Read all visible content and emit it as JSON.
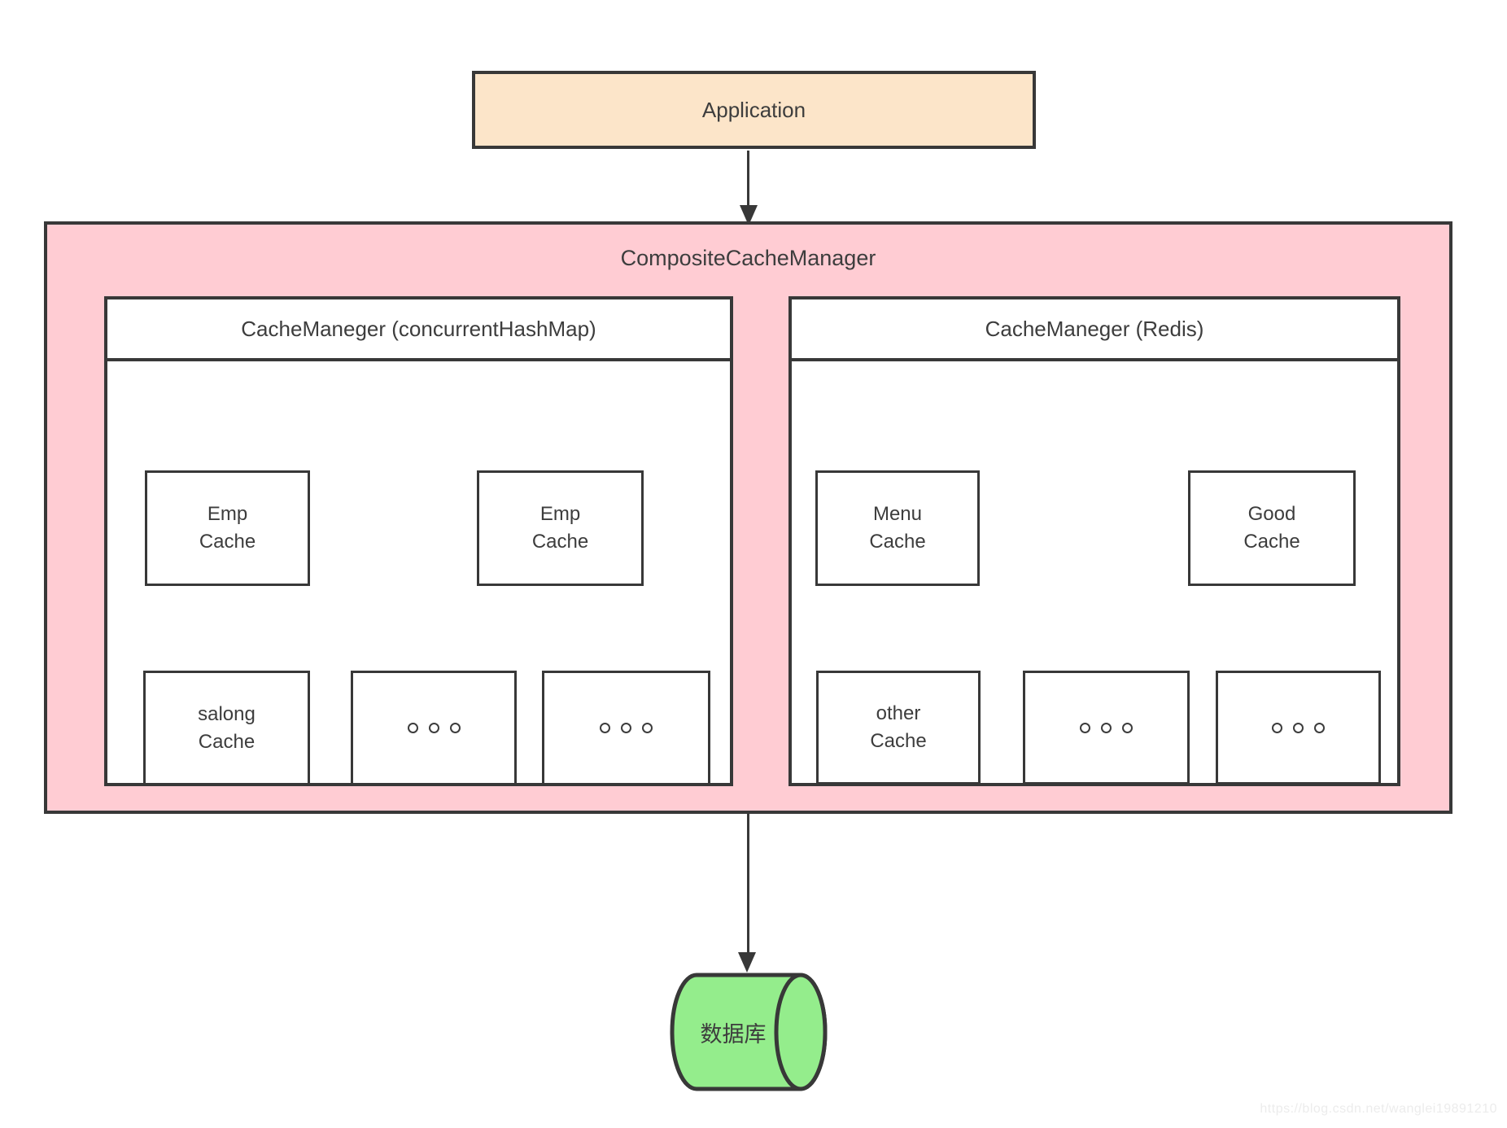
{
  "diagram": {
    "application": {
      "label": "Application"
    },
    "composite": {
      "title": "CompositeCacheManager",
      "managers": [
        {
          "title": "CacheManeger (concurrentHashMap)",
          "row1": [
            {
              "label": "Emp\nCache"
            },
            {
              "label": "Emp\nCache"
            }
          ],
          "row2": [
            {
              "label": "salong\nCache"
            },
            {
              "icon": "ellipsis"
            },
            {
              "icon": "ellipsis"
            }
          ]
        },
        {
          "title": "CacheManeger (Redis)",
          "row1": [
            {
              "label": "Menu\nCache"
            },
            {
              "label": "Good\nCache"
            }
          ],
          "row2": [
            {
              "label": "other\nCache"
            },
            {
              "icon": "ellipsis"
            },
            {
              "icon": "ellipsis"
            }
          ]
        }
      ]
    },
    "database": {
      "label": "数据库"
    },
    "watermark": "https://blog.csdn.net/wanglei19891210",
    "colors": {
      "application_fill": "#fce5c9",
      "composite_fill": "#ffccd3",
      "database_fill": "#94ed8c",
      "border": "#383838",
      "text": "#3d3d3d",
      "watermark_text": "#ececec"
    },
    "icons": {
      "ellipsis": "three-hollow-dots",
      "connector": "solid-down-arrow"
    }
  }
}
